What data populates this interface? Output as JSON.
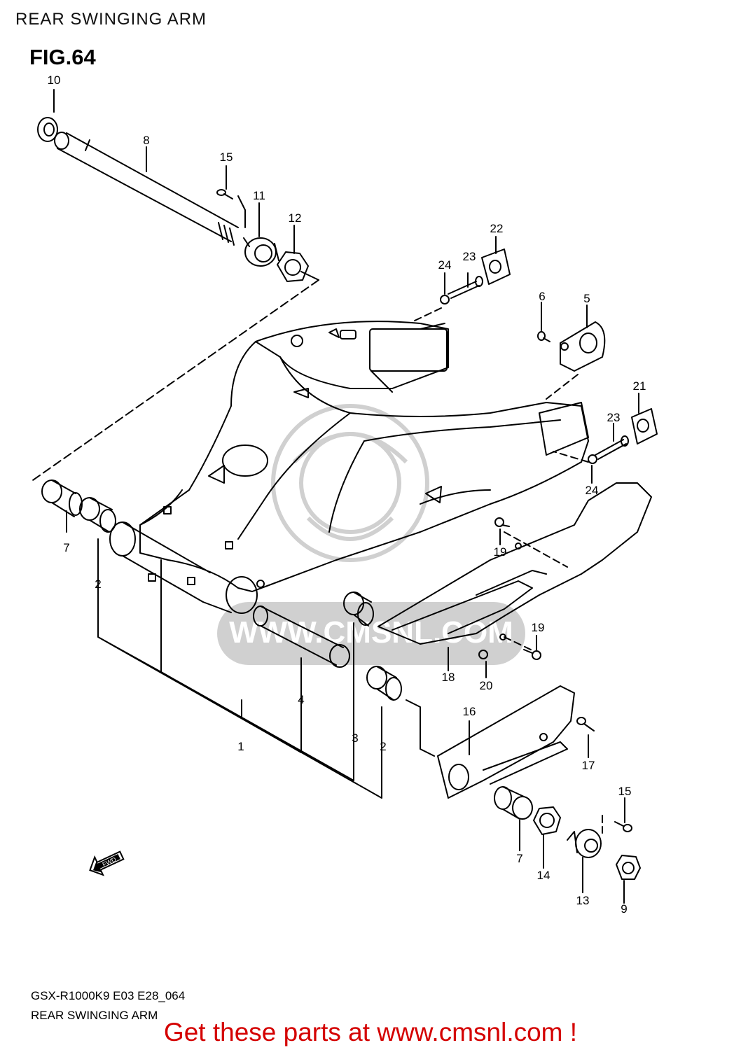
{
  "header": {
    "title": "REAR SWINGING ARM"
  },
  "figure": {
    "label": "FIG.64"
  },
  "watermark": {
    "text": "WWW.CMSNL.COM",
    "logo": "cms"
  },
  "callouts": [
    {
      "id": "c10",
      "label": "10"
    },
    {
      "id": "c8",
      "label": "8"
    },
    {
      "id": "c15a",
      "label": "15"
    },
    {
      "id": "c11",
      "label": "11"
    },
    {
      "id": "c12",
      "label": "12"
    },
    {
      "id": "c22",
      "label": "22"
    },
    {
      "id": "c23a",
      "label": "23"
    },
    {
      "id": "c24a",
      "label": "24"
    },
    {
      "id": "c6",
      "label": "6"
    },
    {
      "id": "c5",
      "label": "5"
    },
    {
      "id": "c21",
      "label": "21"
    },
    {
      "id": "c23b",
      "label": "23"
    },
    {
      "id": "c24b",
      "label": "24"
    },
    {
      "id": "c7a",
      "label": "7"
    },
    {
      "id": "c2a",
      "label": "2"
    },
    {
      "id": "c19a",
      "label": "19"
    },
    {
      "id": "c19b",
      "label": "19"
    },
    {
      "id": "c18",
      "label": "18"
    },
    {
      "id": "c20",
      "label": "20"
    },
    {
      "id": "c4",
      "label": "4"
    },
    {
      "id": "c3",
      "label": "3"
    },
    {
      "id": "c2b",
      "label": "2"
    },
    {
      "id": "c1",
      "label": "1"
    },
    {
      "id": "c16",
      "label": "16"
    },
    {
      "id": "c17",
      "label": "17"
    },
    {
      "id": "c15b",
      "label": "15"
    },
    {
      "id": "c7b",
      "label": "7"
    },
    {
      "id": "c14",
      "label": "14"
    },
    {
      "id": "c13",
      "label": "13"
    },
    {
      "id": "c9",
      "label": "9"
    }
  ],
  "fwd": {
    "label": "FWD"
  },
  "footer": {
    "model_code": "GSX-R1000K9 E03 E28_064",
    "section_name": "REAR SWINGING ARM",
    "promo": "Get these parts at www.cmsnl.com !"
  }
}
